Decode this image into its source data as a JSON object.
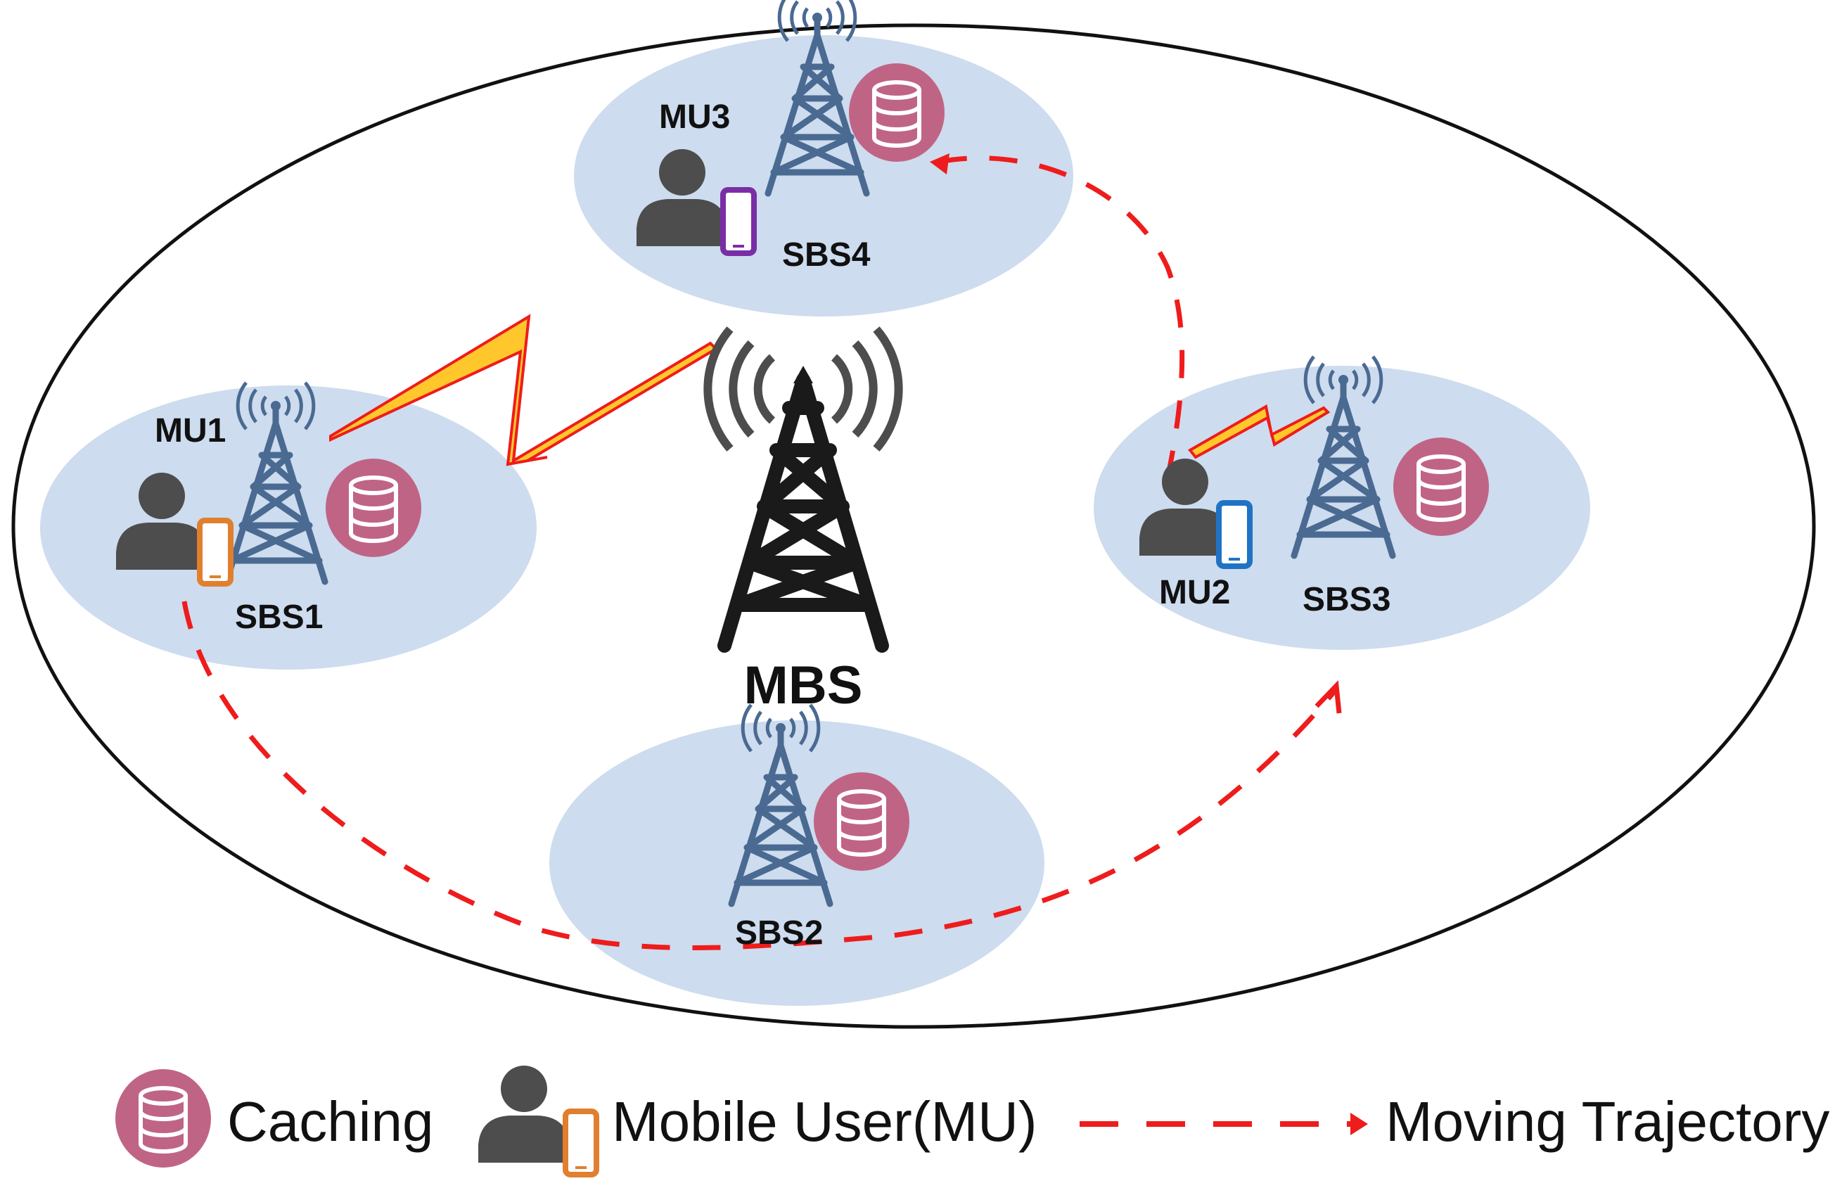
{
  "labels": {
    "mbs": "MBS",
    "sbs1": "SBS1",
    "sbs2": "SBS2",
    "sbs3": "SBS3",
    "sbs4": "SBS4",
    "mu1": "MU1",
    "mu2": "MU2",
    "mu3": "MU3"
  },
  "legend": {
    "caching": "Caching",
    "mobile_user": "Mobile User(MU)",
    "trajectory": "Moving Trajectory"
  },
  "colors": {
    "cell_fill": "#cddcee",
    "tower": "#4a6a92",
    "mbs_tower": "#1a1a1a",
    "caching": "#c06486",
    "person": "#4d4d4d",
    "phone_mu1": "#e07f2e",
    "phone_mu2": "#2073c4",
    "phone_mu3": "#7a2ea6",
    "trajectory": "#ee1c1c",
    "link_fill": "#ffc72c",
    "link_edge": "#ee1c1c"
  }
}
